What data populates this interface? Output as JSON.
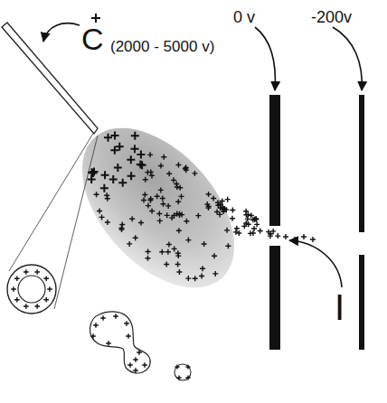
{
  "diagram": {
    "labels": [
      "C",
      "(2000 - 5000 v)",
      "0 v",
      "-200v",
      "I"
    ]
  }
}
